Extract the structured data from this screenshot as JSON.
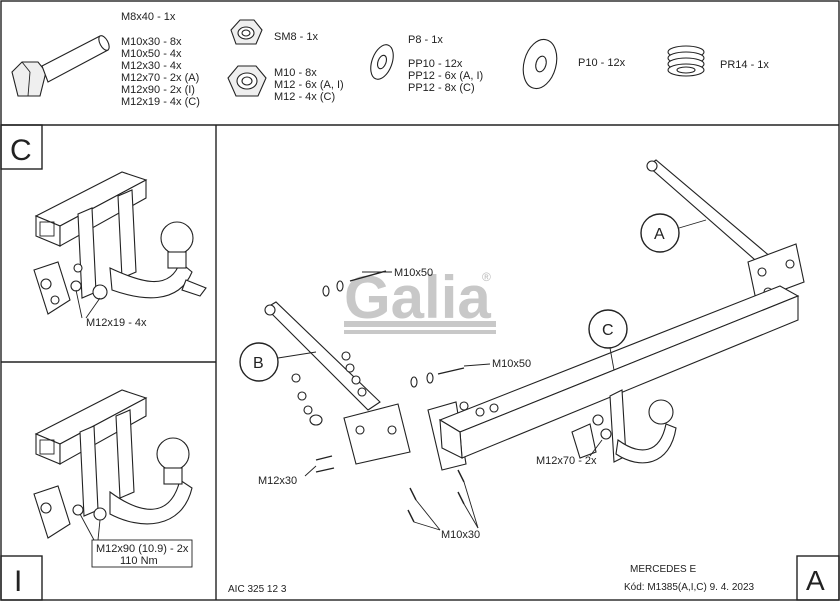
{
  "parts_list": {
    "bolts": [
      "M8x40 - 1x",
      "M10x30 - 8x",
      "M10x50 - 4x",
      "M12x30 - 4x",
      "M12x70 - 2x (A)",
      "M12x90 - 2x (I)",
      "M12x19 - 4x (C)"
    ],
    "nut_sm8": "SM8 - 1x",
    "nuts": [
      "M10 - 8x",
      "M12 - 6x (A, I)",
      "M12 - 4x (C)"
    ],
    "washer_small": [
      "P8 - 1x",
      "PP10 - 12x",
      "PP12 - 6x (A, I)",
      "PP12 - 8x (C)"
    ],
    "washer_large": "P10 - 12x",
    "spring": "PR14 - 1x"
  },
  "panel_c": {
    "letter": "C",
    "callout": "M12x19 - 4x"
  },
  "panel_i": {
    "letter": "I",
    "callout_line1": "M12x90 (10.9) - 2x",
    "callout_line2": "110 Nm"
  },
  "main": {
    "brand": "Galia",
    "registered": "®",
    "labels": {
      "m10x50_top": "M10x50",
      "m10x50_mid": "M10x50",
      "m12x30": "M12x30",
      "m10x30": "M10x30",
      "m12x70": "M12x70 - 2x"
    },
    "callouts": {
      "a": "A",
      "b": "B",
      "c": "C"
    },
    "doc_code": "AIC 325 12 3",
    "vehicle": "MERCEDES E",
    "code_line": "Kód: M1385(A,I,C)  9. 4. 2023",
    "panel_letter": "A"
  }
}
